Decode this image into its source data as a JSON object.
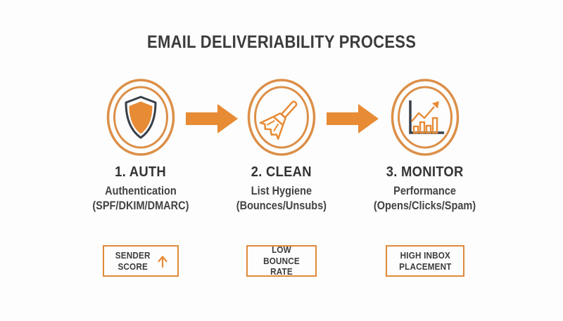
{
  "title": "EMAIL DELIVERIABILITY PROCESS",
  "colors": {
    "background": "#FDFDFD",
    "accent_orange": "#E78B35",
    "ring_orange": "#DC8F48",
    "charcoal": "#394049",
    "text_dark": "#3C3C3C"
  },
  "steps": [
    {
      "icon": "shield-icon",
      "number_label": "1. AUTH",
      "description_line1": "Authentication",
      "description_line2": "(SPF/DKIM/DMARC)",
      "badge": {
        "line1": "SENDER",
        "line2": "SCORE",
        "has_up_arrow": true
      }
    },
    {
      "icon": "broom-icon",
      "number_label": "2. CLEAN",
      "description_line1": "List Hygiene",
      "description_line2": "(Bounces/Unsubs)",
      "badge": {
        "line1": "LOW BOUNCE",
        "line2": "RATE",
        "has_up_arrow": false
      }
    },
    {
      "icon": "chart-growth-icon",
      "number_label": "3. MONITOR",
      "description_line1": "Performance",
      "description_line2": "(Opens/Clicks/Spam)",
      "badge": {
        "line1": "HIGH INBOX",
        "line2": "PLACEMENT",
        "has_up_arrow": false
      }
    }
  ],
  "connectors": [
    {
      "icon": "arrow-right-icon"
    },
    {
      "icon": "arrow-right-icon"
    }
  ]
}
